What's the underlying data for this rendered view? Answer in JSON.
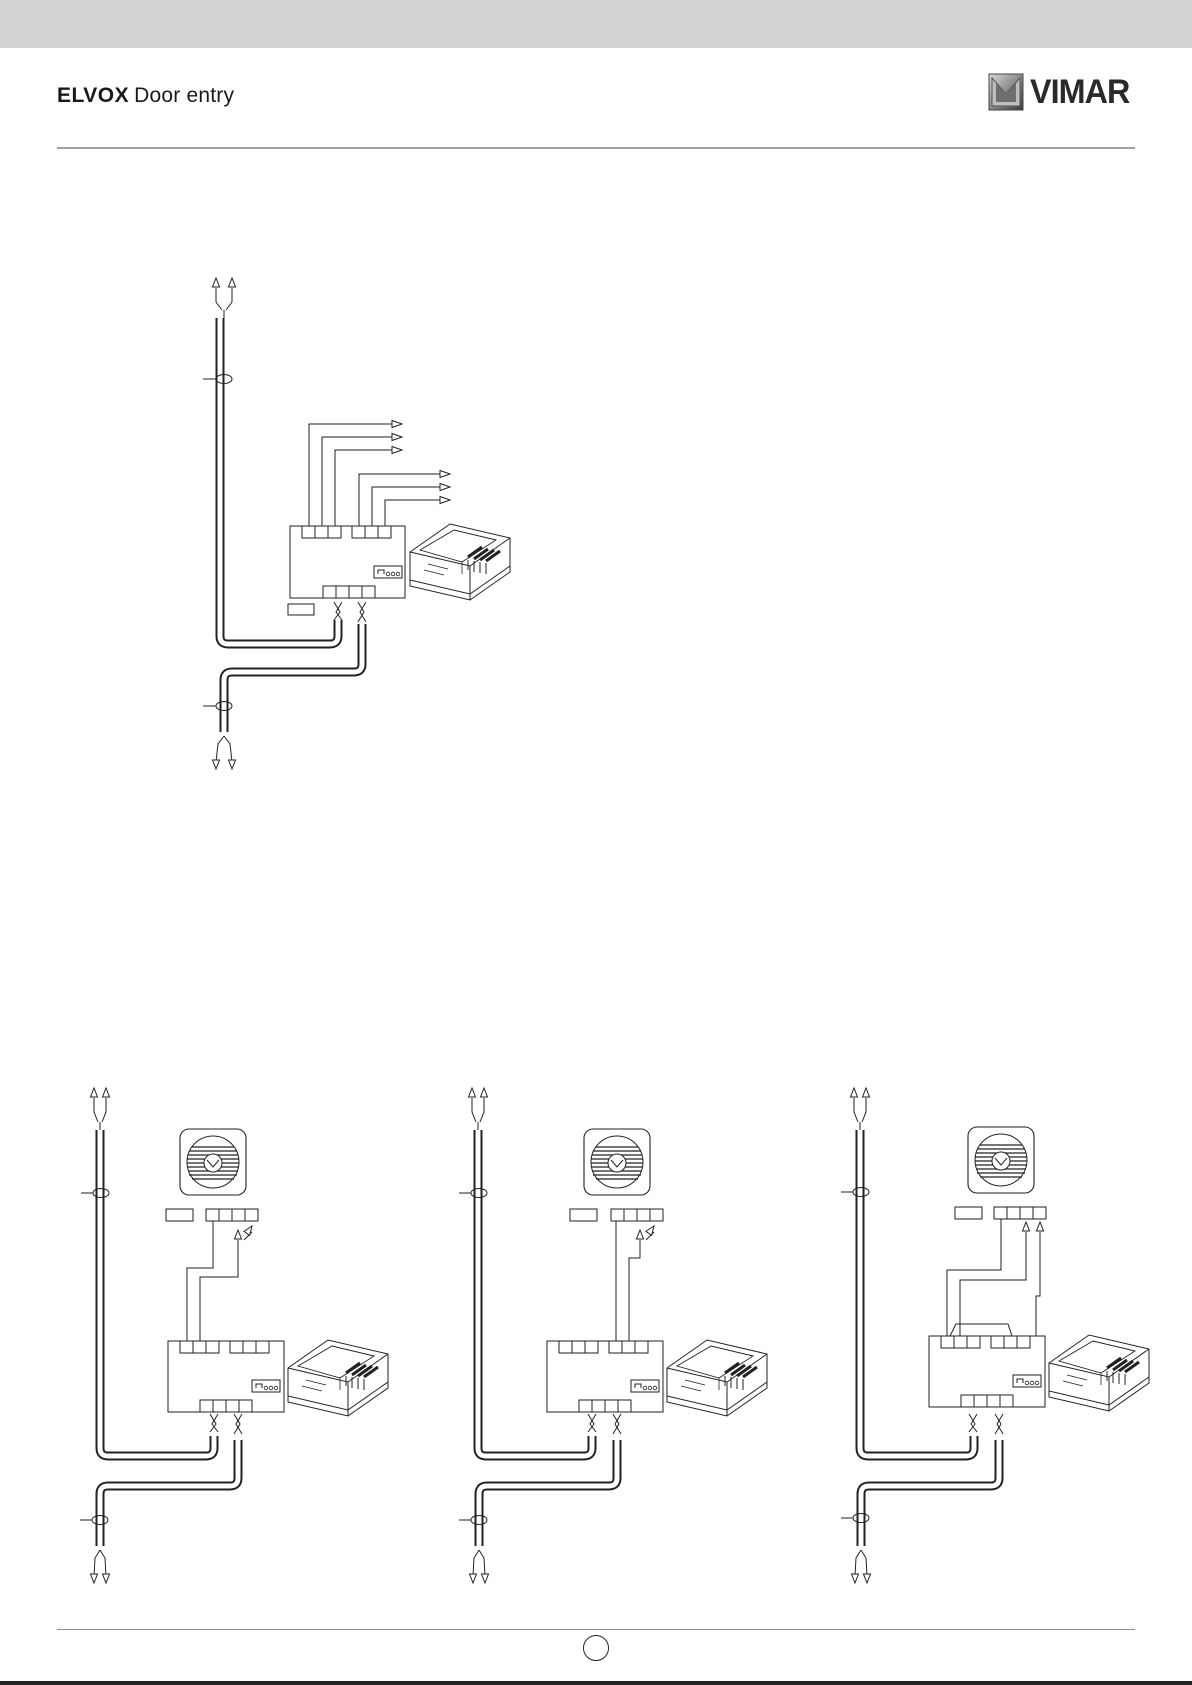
{
  "header": {
    "brand_bold": "ELVOX",
    "brand_light": "Door entry",
    "logo_text": "VIMAR",
    "logo_icon": "vimar-logo-icon"
  },
  "footer": {
    "page_number": ""
  },
  "diagrams": [
    {
      "id": "diagram-top",
      "variant": "main"
    },
    {
      "id": "diagram-bottom-left",
      "variant": "speaker-a"
    },
    {
      "id": "diagram-bottom-middle",
      "variant": "speaker-b"
    },
    {
      "id": "diagram-bottom-right",
      "variant": "speaker-c"
    }
  ]
}
